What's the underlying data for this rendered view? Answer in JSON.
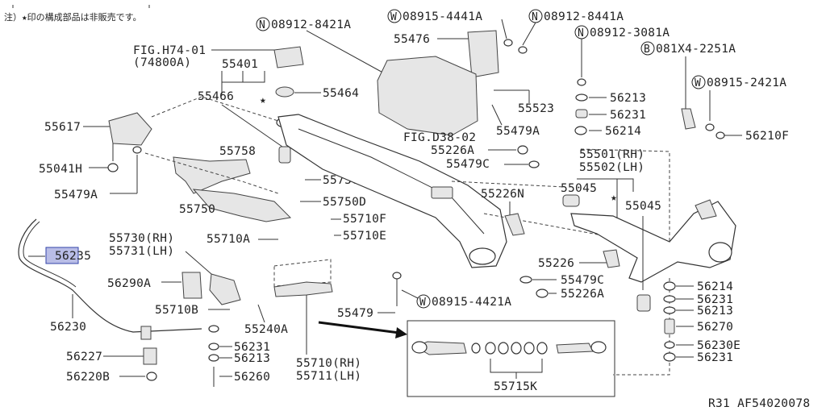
{
  "note": "注）★印の構成部品は非販売です。",
  "figure_ref": "R31  AF54020078",
  "highlighted_part": "56235",
  "labels": {
    "n08912_8421a": "08912-8421A",
    "w08915_4441a": "08915-4441A",
    "n08912_8441a": "08912-8441A",
    "n08912_3081a": "08912-3081A",
    "b081x4_2251a": "081X4-2251A",
    "w08915_2421a": "08915-2421A",
    "w08915_4421a": "08915-4421A",
    "fig_h74_01": "FIG.H74-01",
    "h74800a": "(74800A)",
    "fig_d38_02": "FIG.D38-02",
    "p55401": "55401",
    "p55466": "55466",
    "p55464": "55464",
    "p55476": "55476",
    "p55523": "55523",
    "p55479a_top": "55479A",
    "p55226a_top": "55226A",
    "p55479c_top": "55479C",
    "p55617": "55617",
    "p55041h": "55041H",
    "p55479a_left": "55479A",
    "p55758": "55758",
    "p55750a": "55750A",
    "p55750d": "55750D",
    "p55750": "55750",
    "p55710f": "55710F",
    "p55710e": "55710E",
    "p55710a": "55710A",
    "p55730rh": "55730(RH)",
    "p55731lh": "55731(LH)",
    "p56235": "56235",
    "p56290a": "56290A",
    "p55710b": "55710B",
    "p55240a": "55240A",
    "p56230": "56230",
    "p56227": "56227",
    "p56220b": "56220B",
    "p56231_l": "56231",
    "p56213_l": "56213",
    "p56260": "56260",
    "p55710rh": "55710(RH)",
    "p55711lh": "55711(LH)",
    "p55715k": "55715K",
    "p55479": "55479",
    "p56213_r": "56213",
    "p56231_r": "56231",
    "p56214_r": "56214",
    "p56210f": "56210F",
    "p55501rh": "55501(RH)",
    "p55502lh": "55502(LH)",
    "p55045_a": "55045",
    "p55045_b": "55045",
    "p55226n": "55226N",
    "p55226": "55226",
    "p55479c_b": "55479C",
    "p55226a_b": "55226A",
    "p56214_b": "56214",
    "p56231_b": "56231",
    "p56213_b": "56213",
    "p56270": "56270",
    "p56230e": "56230E",
    "p56231_b2": "56231"
  },
  "prefix_symbols": {
    "N": "N",
    "W": "W",
    "B": "B"
  },
  "not_sold_mark": "★"
}
